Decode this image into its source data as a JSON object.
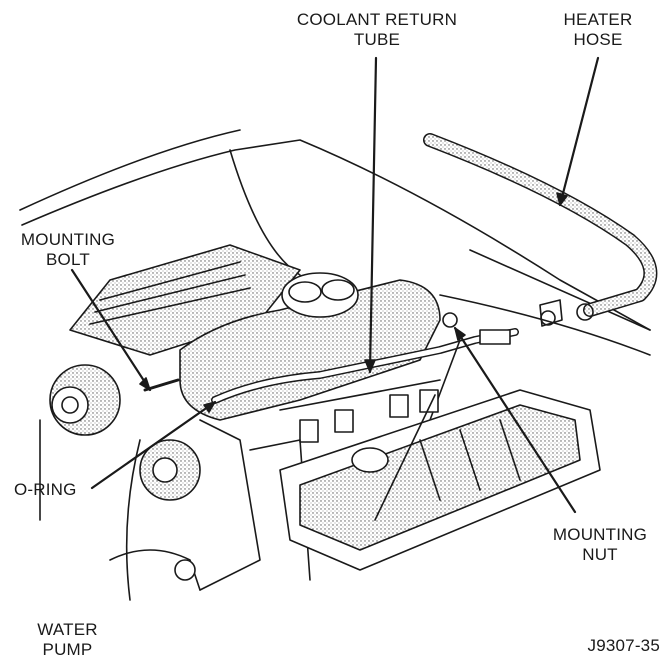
{
  "diagram": {
    "labels": {
      "coolant_return_tube": [
        "COOLANT RETURN",
        "TUBE"
      ],
      "heater_hose": [
        "HEATER",
        "HOSE"
      ],
      "mounting_bolt": [
        "MOUNTING",
        "BOLT"
      ],
      "o_ring": [
        "O-RING"
      ],
      "mounting_nut": [
        "MOUNTING",
        "NUT"
      ],
      "water_pump": [
        "WATER",
        "PUMP"
      ]
    },
    "figure_id": "J9307-35",
    "colors": {
      "ink": "#1a1a1a",
      "shade": "#cfcfcf",
      "background": "#ffffff"
    }
  }
}
